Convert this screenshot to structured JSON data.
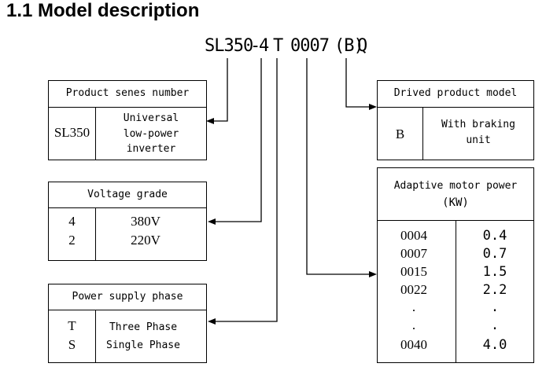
{
  "heading": "1.1 Model description",
  "model_code": {
    "series": "SL350",
    "dash": "-",
    "voltage": "4",
    "phase": "T",
    "power": "0007",
    "derived": "(B)",
    "suffix": "Q"
  },
  "series_box": {
    "title": "Product senes number",
    "code": "SL350",
    "desc_lines": [
      "Universal",
      "low-power",
      "inverter"
    ]
  },
  "voltage_box": {
    "title": "Voltage grade",
    "rows": [
      {
        "code": "4",
        "value": "380V"
      },
      {
        "code": "2",
        "value": "220V"
      }
    ]
  },
  "phase_box": {
    "title": "Power supply phase",
    "rows": [
      {
        "code": "T",
        "value": "Three  Phase"
      },
      {
        "code": "S",
        "value": "Single Phase"
      }
    ]
  },
  "derived_box": {
    "title": "Drived product model",
    "code": "B",
    "desc_lines": [
      "With braking",
      "unit"
    ]
  },
  "power_box": {
    "title_lines": [
      "Adaptive motor power",
      "(KW)"
    ],
    "codes": [
      "0004",
      "0007",
      "0015",
      "0022",
      ".",
      ".",
      "0040"
    ],
    "values": [
      "0.4",
      "0.7",
      "1.5",
      "2.2",
      ".",
      ".",
      "4.0"
    ]
  },
  "colors": {
    "line": "#000000",
    "text": "#000000",
    "background": "#ffffff"
  }
}
